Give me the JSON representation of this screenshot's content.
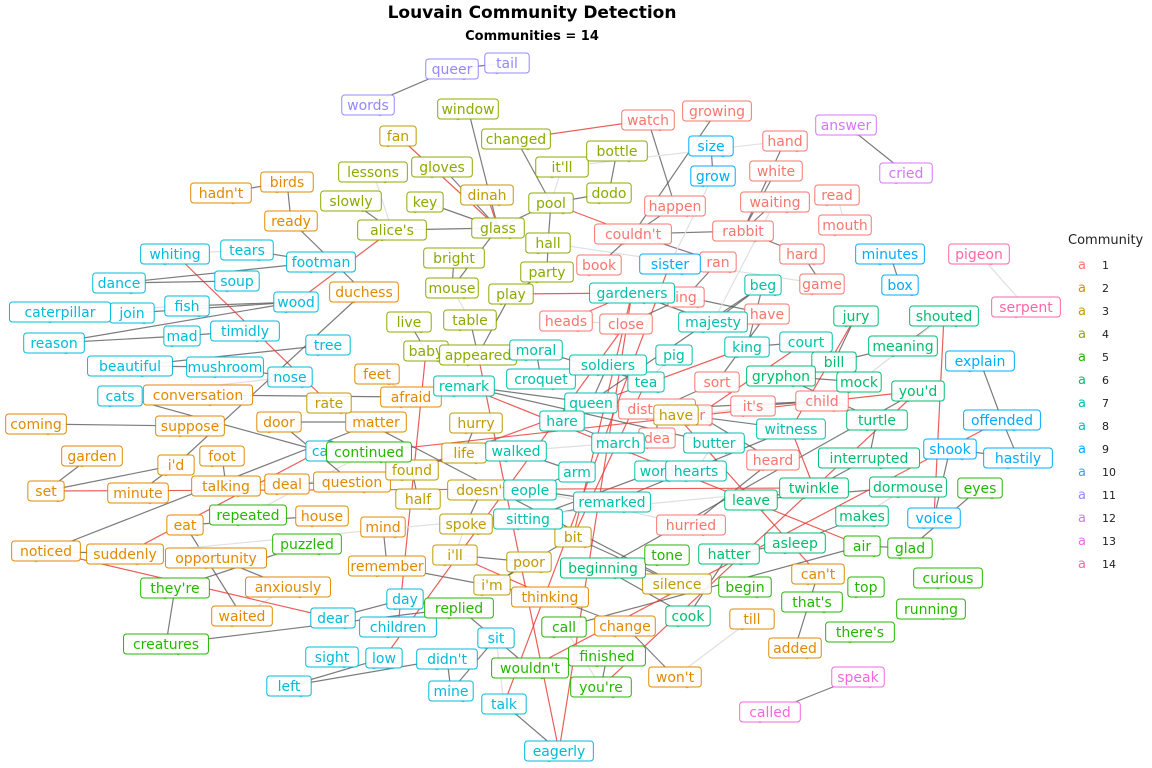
{
  "title": "Louvain Community Detection",
  "subtitle_label": "Communities = ",
  "subtitle_value": "14",
  "legend": {
    "title": "Community",
    "key_glyph": "a",
    "items": [
      "1",
      "2",
      "3",
      "4",
      "5",
      "6",
      "7",
      "8",
      "9",
      "10",
      "11",
      "12",
      "13",
      "14"
    ]
  },
  "colors": {
    "1": "#F8766D",
    "2": "#E18A00",
    "3": "#BE9C00",
    "4": "#8CAB00",
    "5": "#24B700",
    "6": "#00BE70",
    "7": "#00C1AB",
    "8": "#00BBDA",
    "9": "#00ACFC",
    "10": "#35A2FF",
    "11": "#9588FF",
    "12": "#D874FD",
    "13": "#F566E3",
    "14": "#FF66A8",
    "edge_light": "#E0E0E0",
    "edge_dark": "#505050",
    "edge_red": "#E8413B"
  },
  "nodes": [
    [
      "queer",
      11
    ],
    [
      "tail",
      11
    ],
    [
      "words",
      11
    ],
    [
      "window",
      4
    ],
    [
      "changed",
      4
    ],
    [
      "fan",
      3
    ],
    [
      "lessons",
      4
    ],
    [
      "gloves",
      4
    ],
    [
      "slowly",
      4
    ],
    [
      "key",
      4
    ],
    [
      "dinah",
      3
    ],
    [
      "alice's",
      4
    ],
    [
      "glass",
      4
    ],
    [
      "it'll",
      4
    ],
    [
      "bottle",
      4
    ],
    [
      "dodo",
      4
    ],
    [
      "pool",
      4
    ],
    [
      "hall",
      4
    ],
    [
      "bright",
      4
    ],
    [
      "party",
      4
    ],
    [
      "mouse",
      4
    ],
    [
      "play",
      4
    ],
    [
      "live",
      4
    ],
    [
      "table",
      4
    ],
    [
      "baby",
      4
    ],
    [
      "appeared",
      4
    ],
    [
      "watch",
      1
    ],
    [
      "growing",
      1
    ],
    [
      "hand",
      1
    ],
    [
      "white",
      1
    ],
    [
      "waiting",
      1
    ],
    [
      "read",
      1
    ],
    [
      "happen",
      1
    ],
    [
      "couldn't",
      1
    ],
    [
      "rabbit",
      1
    ],
    [
      "mouth",
      1
    ],
    [
      "hard",
      1
    ],
    [
      "book",
      1
    ],
    [
      "ran",
      1
    ],
    [
      "game",
      1
    ],
    [
      "heads",
      1
    ],
    [
      "close",
      1
    ],
    [
      "ing",
      1
    ],
    [
      "have",
      1
    ],
    [
      "sort",
      1
    ],
    [
      "distance",
      1
    ],
    [
      "child",
      1
    ],
    [
      "it's",
      1
    ],
    [
      "ar",
      1
    ],
    [
      "heard",
      1
    ],
    [
      "hurried",
      1
    ],
    [
      "dea",
      1
    ],
    [
      "answer",
      12
    ],
    [
      "cried",
      12
    ],
    [
      "size",
      9
    ],
    [
      "grow",
      9
    ],
    [
      "sister",
      9
    ],
    [
      "minutes",
      9
    ],
    [
      "box",
      9
    ],
    [
      "explain",
      9
    ],
    [
      "offended",
      9
    ],
    [
      "hastily",
      9
    ],
    [
      "shook",
      9
    ],
    [
      "voice",
      9
    ],
    [
      "pigeon",
      14
    ],
    [
      "serpent",
      14
    ],
    [
      "speak",
      13
    ],
    [
      "called",
      13
    ],
    [
      "hadn't",
      2
    ],
    [
      "birds",
      2
    ],
    [
      "ready",
      2
    ],
    [
      "duchess",
      2
    ],
    [
      "feet",
      2
    ],
    [
      "afraid",
      2
    ],
    [
      "conversation",
      2
    ],
    [
      "suppose",
      2
    ],
    [
      "coming",
      2
    ],
    [
      "garden",
      2
    ],
    [
      "set",
      2
    ],
    [
      "i'd",
      2
    ],
    [
      "minute",
      2
    ],
    [
      "foot",
      2
    ],
    [
      "talking",
      2
    ],
    [
      "deal",
      2
    ],
    [
      "question",
      2
    ],
    [
      "door",
      2
    ],
    [
      "matter",
      2
    ],
    [
      "noticed",
      2
    ],
    [
      "suddenly",
      2
    ],
    [
      "opportunity",
      2
    ],
    [
      "anxiously",
      2
    ],
    [
      "waited",
      2
    ],
    [
      "eat",
      2
    ],
    [
      "house",
      2
    ],
    [
      "mind",
      2
    ],
    [
      "remember",
      2
    ],
    [
      "thinking",
      2
    ],
    [
      "change",
      2
    ],
    [
      "won't",
      2
    ],
    [
      "till",
      2
    ],
    [
      "added",
      2
    ],
    [
      "can't",
      2
    ],
    [
      "have",
      3
    ],
    [
      "hurry",
      3
    ],
    [
      "life",
      3
    ],
    [
      "found",
      3
    ],
    [
      "half",
      3
    ],
    [
      "doesn't",
      3
    ],
    [
      "spoke",
      3
    ],
    [
      "i'll",
      3
    ],
    [
      "poor",
      3
    ],
    [
      "i'm",
      3
    ],
    [
      "bit",
      3
    ],
    [
      "silence",
      3
    ],
    [
      "rate",
      3
    ],
    [
      "whiting",
      8
    ],
    [
      "tears",
      8
    ],
    [
      "footman",
      8
    ],
    [
      "dance",
      8
    ],
    [
      "soup",
      8
    ],
    [
      "fish",
      8
    ],
    [
      "wood",
      8
    ],
    [
      "join",
      8
    ],
    [
      "caterpillar",
      8
    ],
    [
      "reason",
      8
    ],
    [
      "mad",
      8
    ],
    [
      "timidly",
      8
    ],
    [
      "tree",
      8
    ],
    [
      "beautiful",
      8
    ],
    [
      "mushroom",
      8
    ],
    [
      "nose",
      8
    ],
    [
      "cats",
      8
    ],
    [
      "ca",
      8
    ],
    [
      "day",
      8
    ],
    [
      "dear",
      8
    ],
    [
      "children",
      8
    ],
    [
      "sight",
      8
    ],
    [
      "low",
      8
    ],
    [
      "left",
      8
    ],
    [
      "didn't",
      8
    ],
    [
      "mine",
      8
    ],
    [
      "sit",
      8
    ],
    [
      "talk",
      8
    ],
    [
      "eagerly",
      8
    ],
    [
      "gardeners",
      7
    ],
    [
      "majesty",
      7
    ],
    [
      "beg",
      7
    ],
    [
      "king",
      7
    ],
    [
      "court",
      7
    ],
    [
      "pig",
      7
    ],
    [
      "tea",
      7
    ],
    [
      "moral",
      7
    ],
    [
      "croquet",
      7
    ],
    [
      "soldiers",
      7
    ],
    [
      "queen",
      7
    ],
    [
      "hare",
      7
    ],
    [
      "march",
      7
    ],
    [
      "walked",
      7
    ],
    [
      "arm",
      7
    ],
    [
      "eople",
      7
    ],
    [
      "remarked",
      7
    ],
    [
      "sitting",
      7
    ],
    [
      "word",
      7
    ],
    [
      "hearts",
      7
    ],
    [
      "butter",
      7
    ],
    [
      "remark",
      7
    ],
    [
      "witness",
      7
    ],
    [
      "jury",
      6
    ],
    [
      "bill",
      6
    ],
    [
      "meaning",
      6
    ],
    [
      "shouted",
      6
    ],
    [
      "mock",
      6
    ],
    [
      "gryphon",
      6
    ],
    [
      "turtle",
      6
    ],
    [
      "interrupted",
      6
    ],
    [
      "twinkle",
      6
    ],
    [
      "leave",
      6
    ],
    [
      "dormouse",
      6
    ],
    [
      "makes",
      6
    ],
    [
      "asleep",
      6
    ],
    [
      "hatter",
      6
    ],
    [
      "cook",
      6
    ],
    [
      "beginning",
      6
    ],
    [
      "you'd",
      6
    ],
    [
      "continued",
      5
    ],
    [
      "repeated",
      5
    ],
    [
      "puzzled",
      5
    ],
    [
      "they're",
      5
    ],
    [
      "creatures",
      5
    ],
    [
      "replied",
      5
    ],
    [
      "wouldn't",
      5
    ],
    [
      "finished",
      5
    ],
    [
      "you're",
      5
    ],
    [
      "call",
      5
    ],
    [
      "air",
      5
    ],
    [
      "glad",
      5
    ],
    [
      "eyes",
      5
    ],
    [
      "curious",
      5
    ],
    [
      "running",
      5
    ],
    [
      "top",
      5
    ],
    [
      "that's",
      5
    ],
    [
      "there's",
      5
    ],
    [
      "begin",
      5
    ],
    [
      "tone",
      5
    ]
  ]
}
